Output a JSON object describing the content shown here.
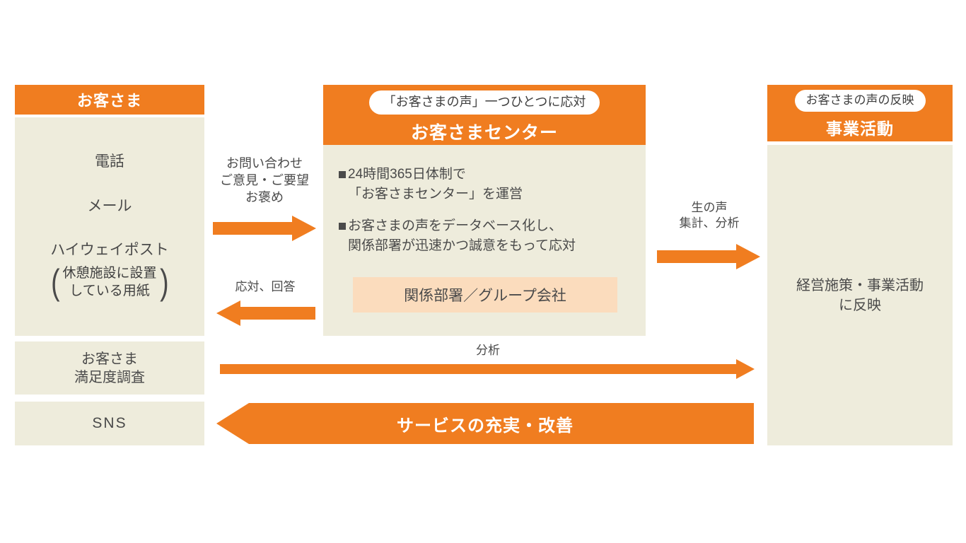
{
  "colors": {
    "orange": "#f07d20",
    "panel_bg": "#eeecdc",
    "dept_box_bg": "#fbdcbd",
    "text": "#4a4a4a",
    "white": "#ffffff"
  },
  "left_column": {
    "header": "お客さま",
    "channels": [
      "電話",
      "メール",
      "ハイウェイポスト"
    ],
    "channel_note_open_paren": "(",
    "channel_note_close_paren": ")",
    "channel_note_line1": "休憩施設に設置",
    "channel_note_line2": "している用紙",
    "survey_line1": "お客さま",
    "survey_line2": "満足度調査",
    "sns": "SNS"
  },
  "center_panel": {
    "pill": "「お客さまの声」一つひとつに応対",
    "title": "お客さまセンター",
    "bullets": [
      {
        "line1": "24時間365日体制で",
        "line2": "「お客さまセンター」を運営"
      },
      {
        "line1": "お客さまの声をデータベース化し、",
        "line2": "関係部署が迅速かつ誠意をもって応対"
      }
    ],
    "dept_box": "関係部署／グループ会社"
  },
  "right_column": {
    "pill": "お客さまの声の反映",
    "title": "事業活動",
    "body_line1": "経営施策・事業活動",
    "body_line2": "に反映"
  },
  "arrows": {
    "inquiry": {
      "line1": "お問い合わせ",
      "line2": "ご意見・ご要望",
      "line3": "お褒め",
      "direction": "right"
    },
    "reply": {
      "line1": "応対、回答",
      "direction": "left"
    },
    "raw_voice": {
      "line1": "生の声",
      "line2": "集計、分析",
      "direction": "right"
    },
    "analyze": {
      "line1": "分析",
      "direction": "right"
    },
    "service": {
      "line1": "サービスの充実・改善",
      "direction": "left"
    }
  }
}
